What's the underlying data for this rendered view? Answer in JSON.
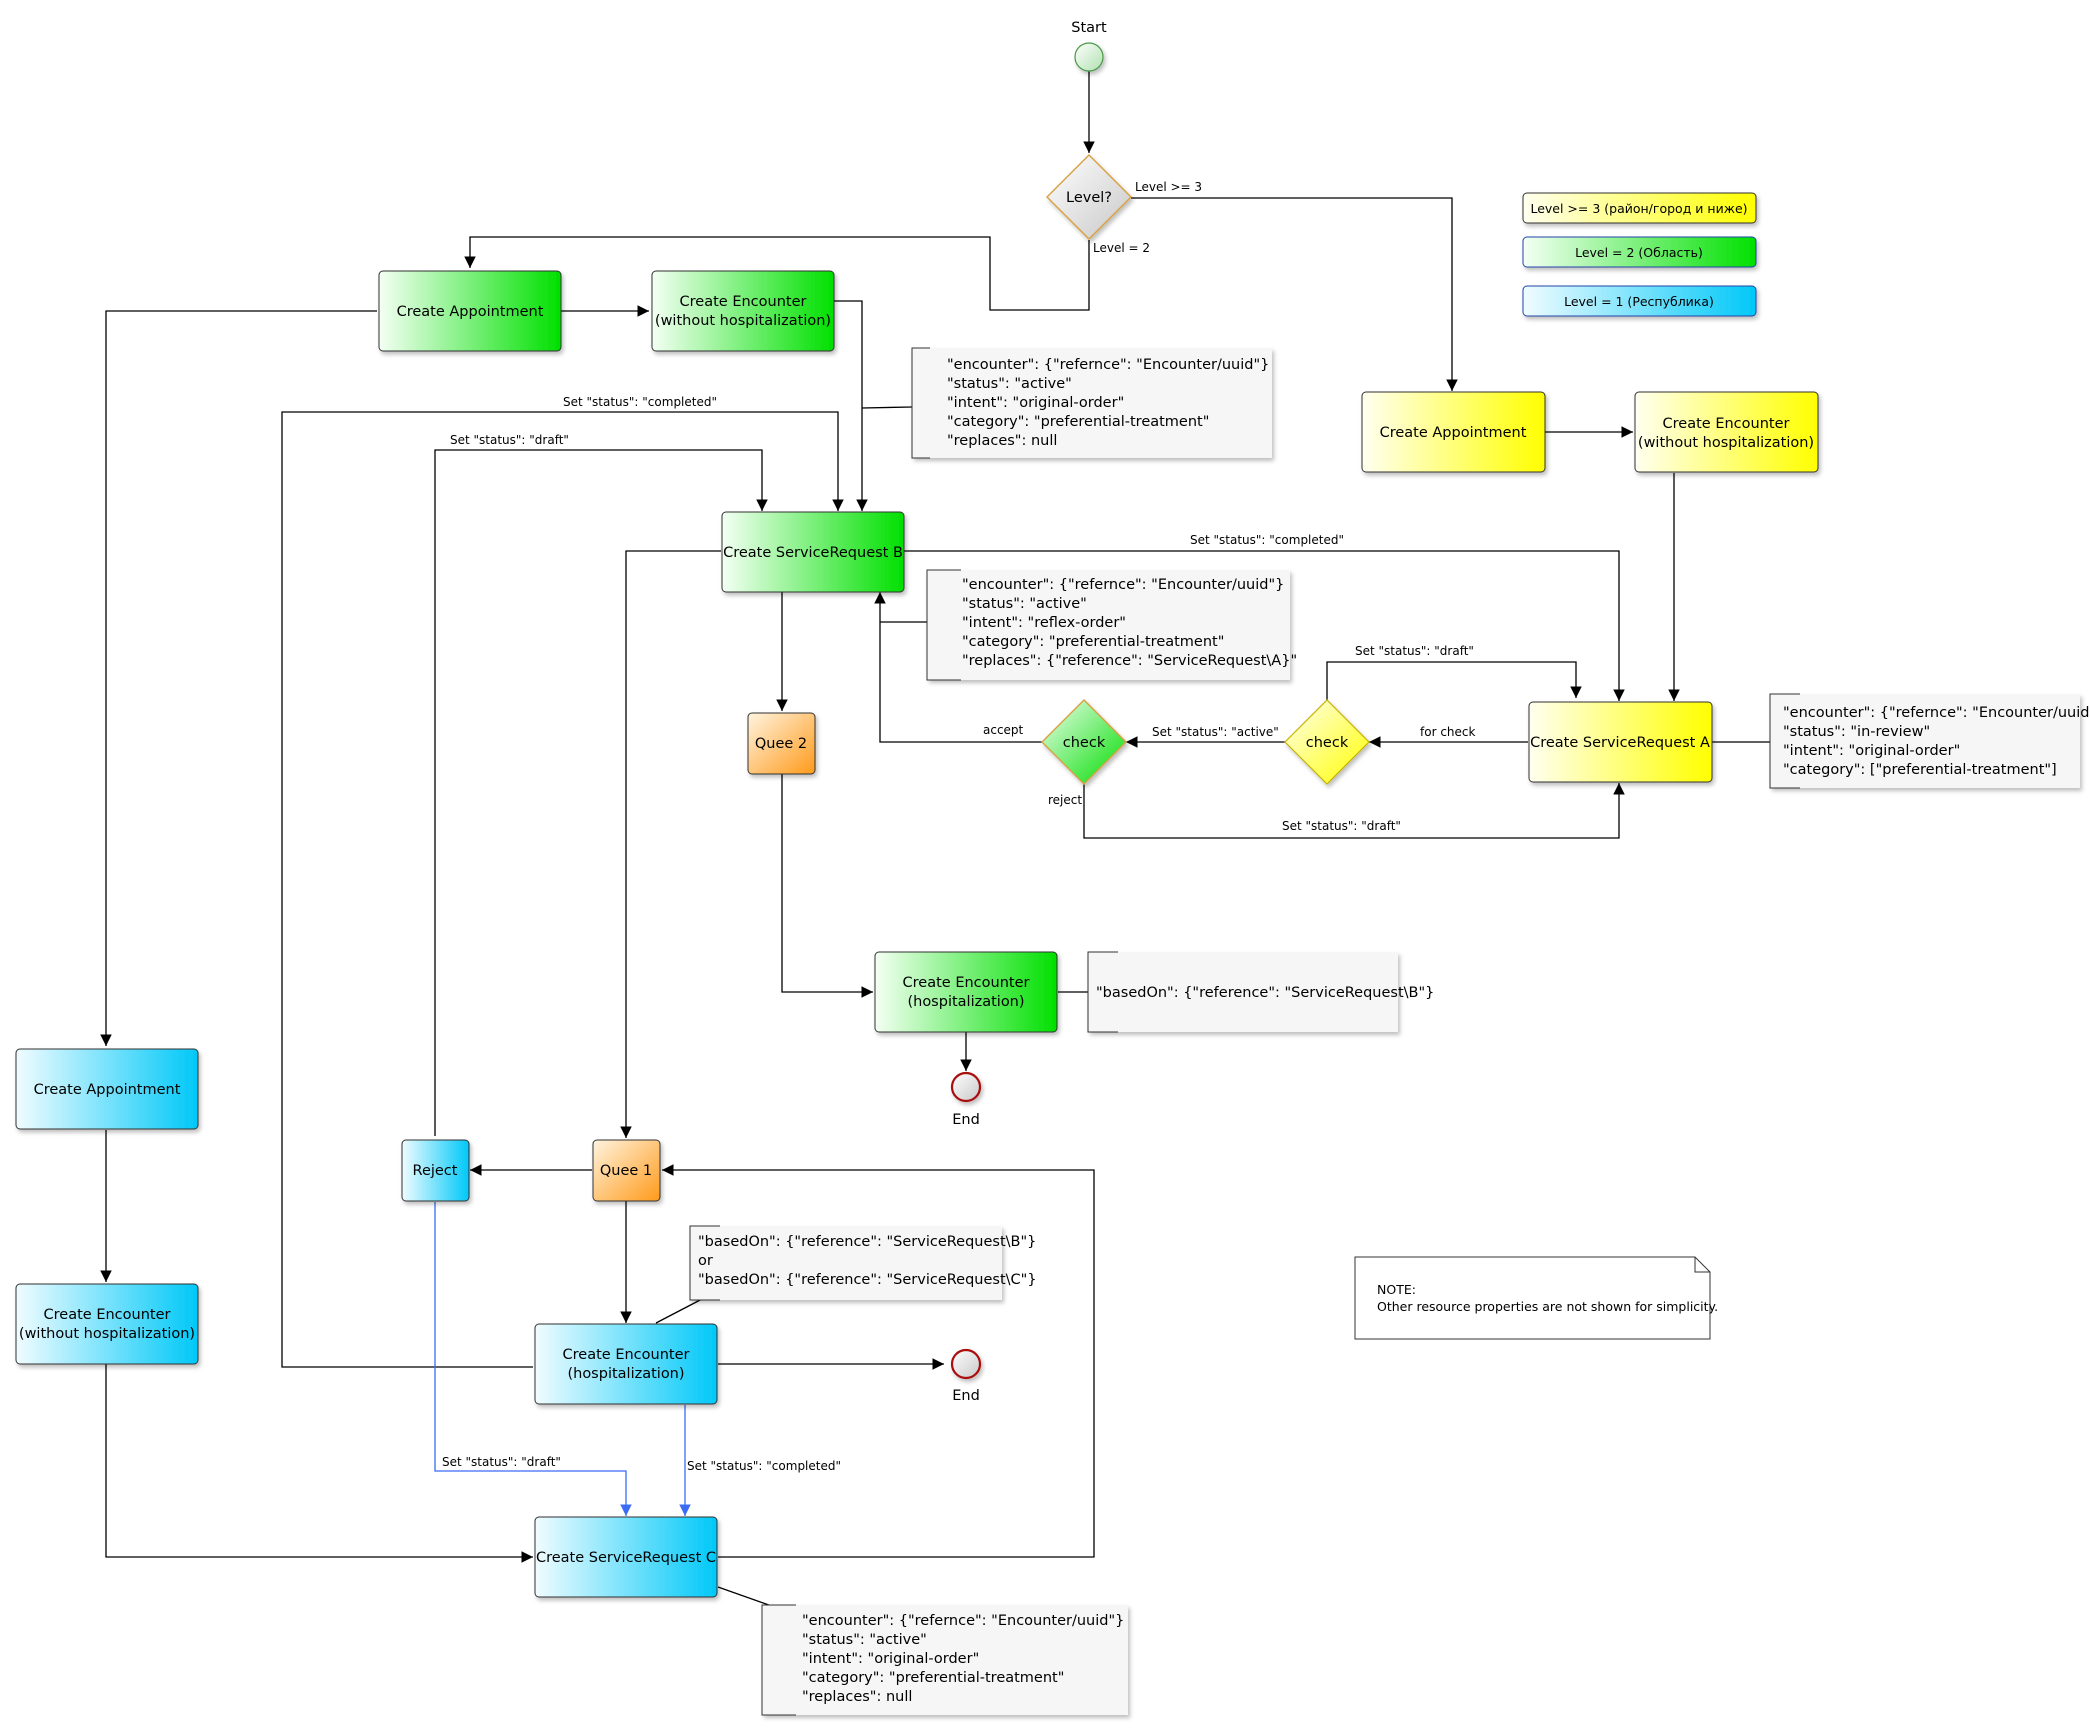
{
  "start_label": "Start",
  "end_labels": [
    "End",
    "End"
  ],
  "decisions": {
    "level": "Level?",
    "check_yellow": "check",
    "check_green": "check"
  },
  "nodes": {
    "appointment_green": "Create Appointment",
    "encounter_green": [
      "Create Encounter",
      "(without hospitalization)"
    ],
    "appointment_yellow": "Create Appointment",
    "encounter_yellow": [
      "Create Encounter",
      "(without hospitalization)"
    ],
    "service_request_b": "Create ServiceRequest B",
    "service_request_a": "Create ServiceRequest A",
    "queue_2": "Quee 2",
    "encounter_hosp_green": [
      "Create Encounter",
      "(hospitalization)"
    ],
    "appointment_blue": "Create Appointment",
    "encounter_blue": [
      "Create Encounter",
      "(without hospitalization)"
    ],
    "reject": "Reject",
    "queue_1": "Quee 1",
    "encounter_hosp_blue": [
      "Create Encounter",
      "(hospitalization)"
    ],
    "service_request_c": "Create ServiceRequest C"
  },
  "legend": [
    {
      "label": "Level >= 3 (район/город и ниже)",
      "color": "#ffff00"
    },
    {
      "label": "Level = 2 (Область)",
      "color": "#00e000"
    },
    {
      "label": "Level = 1 (Республика)",
      "color": "#00c8f8"
    }
  ],
  "edge_labels": {
    "level_ge3": "Level >= 3",
    "level_eq2": "Level = 2",
    "b_completed_top": "Set \"status\": \"completed\"",
    "b_draft_top": "Set \"status\": \"draft\"",
    "a_completed": "Set \"status\": \"completed\"",
    "a_draft_loop": "Set \"status\": \"draft\"",
    "for_check": "for check",
    "set_active": "Set \"status\": \"active\"",
    "accept": "accept",
    "reject": "reject",
    "reject_draft_bottom": "Set \"status\": \"draft\"",
    "c_draft": "Set \"status\": \"draft\"",
    "c_completed": "Set \"status\": \"completed\""
  },
  "notes": {
    "note_b1": [
      "\"encounter\": {\"refernce\": \"Encounter/uuid\"}",
      "\"status\": \"active\"",
      "\"intent\": \"original-order\"",
      "\"category\": \"preferential-treatment\"",
      "\"replaces\":  null"
    ],
    "note_b2": [
      "\"encounter\": {\"refernce\": \"Encounter/uuid\"}",
      "\"status\": \"active\"",
      "\"intent\": \"reflex-order\"",
      "\"category\": \"preferential-treatment\"",
      "\"replaces\": {\"reference\": \"ServiceRequest\\A}\""
    ],
    "note_a": [
      "\"encounter\": {\"refernce\": \"Encounter/uuid\"}",
      "\"status\": \"in-review\"",
      "\"intent\": \"original-order\"",
      "\"category\": [\"preferential-treatment\"]"
    ],
    "note_hosp_green": [
      "\"basedOn\": {\"reference\": \"ServiceRequest\\B\"}"
    ],
    "note_hosp_blue": [
      "\"basedOn\": {\"reference\": \"ServiceRequest\\B\"}",
      "or",
      "\"basedOn\": {\"reference\": \"ServiceRequest\\C\"}"
    ],
    "note_c": [
      "\"encounter\": {\"refernce\": \"Encounter/uuid\"}",
      "\"status\": \"active\"",
      "\"intent\": \"original-order\"",
      "\"category\": \"preferential-treatment\"",
      "\"replaces\":  null"
    ],
    "general": [
      "NOTE:",
      "Other resource properties are not shown for simplicity."
    ]
  }
}
